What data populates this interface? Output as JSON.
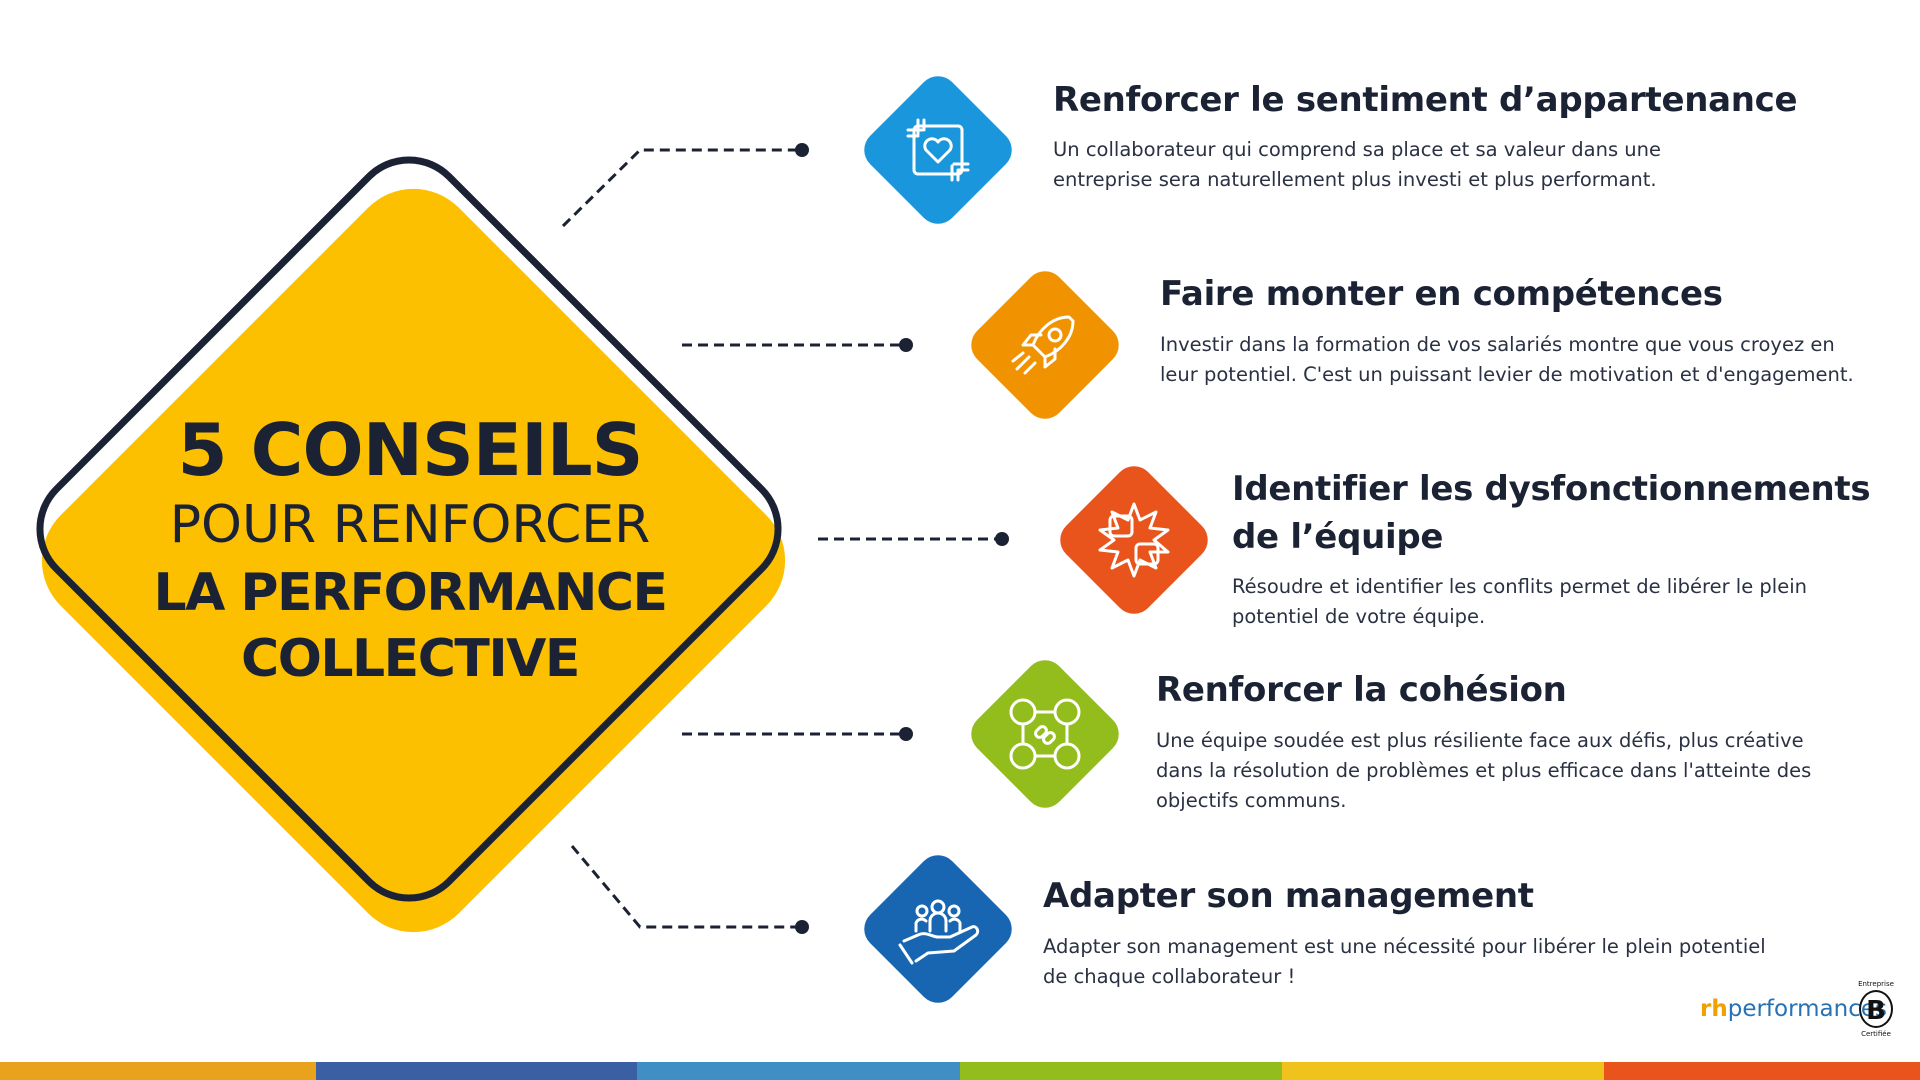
{
  "colors": {
    "dark": "#1b2233",
    "sign_yellow": "#fcc000",
    "blue_light": "#1a96dc",
    "orange": "#f19200",
    "red_orange": "#e9541c",
    "green": "#93bd1c",
    "blue_dark": "#1866b2"
  },
  "sign": {
    "line1": "5 CONSEILS",
    "line2": "POUR RENFORCER",
    "line3": "LA PERFORMANCE",
    "line4": "COLLECTIVE"
  },
  "tips": [
    {
      "icon": "hands-heart-icon",
      "color": "#1a96dc",
      "title": [
        "Renforcer le sentiment d’appartenance"
      ],
      "desc": [
        "Un collaborateur qui comprend sa place et sa valeur dans une",
        "entreprise sera naturellement plus investi et plus performant."
      ]
    },
    {
      "icon": "rocket-icon",
      "color": "#f19200",
      "title": [
        "Faire monter en compétences"
      ],
      "desc": [
        "Investir dans la formation de vos salariés montre que vous croyez en",
        "leur potentiel. C'est un puissant levier de motivation et d'engagement."
      ]
    },
    {
      "icon": "fists-clash-icon",
      "color": "#e9541c",
      "title": [
        "Identifier les dysfonctionnements",
        "de l’équipe"
      ],
      "desc": [
        "Résoudre et identifier les conflits permet de libérer le plein",
        "potentiel de votre équipe."
      ]
    },
    {
      "icon": "team-link-icon",
      "color": "#93bd1c",
      "title": [
        "Renforcer la cohésion"
      ],
      "desc": [
        "Une équipe soudée est plus résiliente face aux défis, plus créative",
        "dans la résolution de problèmes et plus efficace dans l'atteinte des",
        "objectifs communs."
      ]
    },
    {
      "icon": "hand-people-icon",
      "color": "#1866b2",
      "title": [
        "Adapter son management"
      ],
      "desc": [
        "Adapter son management est une nécessité pour libérer le plein potentiel",
        "de chaque collaborateur !"
      ]
    }
  ],
  "footer": {
    "logo_rh": "rh",
    "logo_name": "performances",
    "bcorp_top": "Entreprise",
    "bcorp_letter": "B",
    "bcorp_bottom": "Certifiée",
    "band_colors": [
      "#e9a21c",
      "#3a5fa3",
      "#3f8fc4",
      "#93bd1c",
      "#f0c31c",
      "#e9541c"
    ]
  }
}
